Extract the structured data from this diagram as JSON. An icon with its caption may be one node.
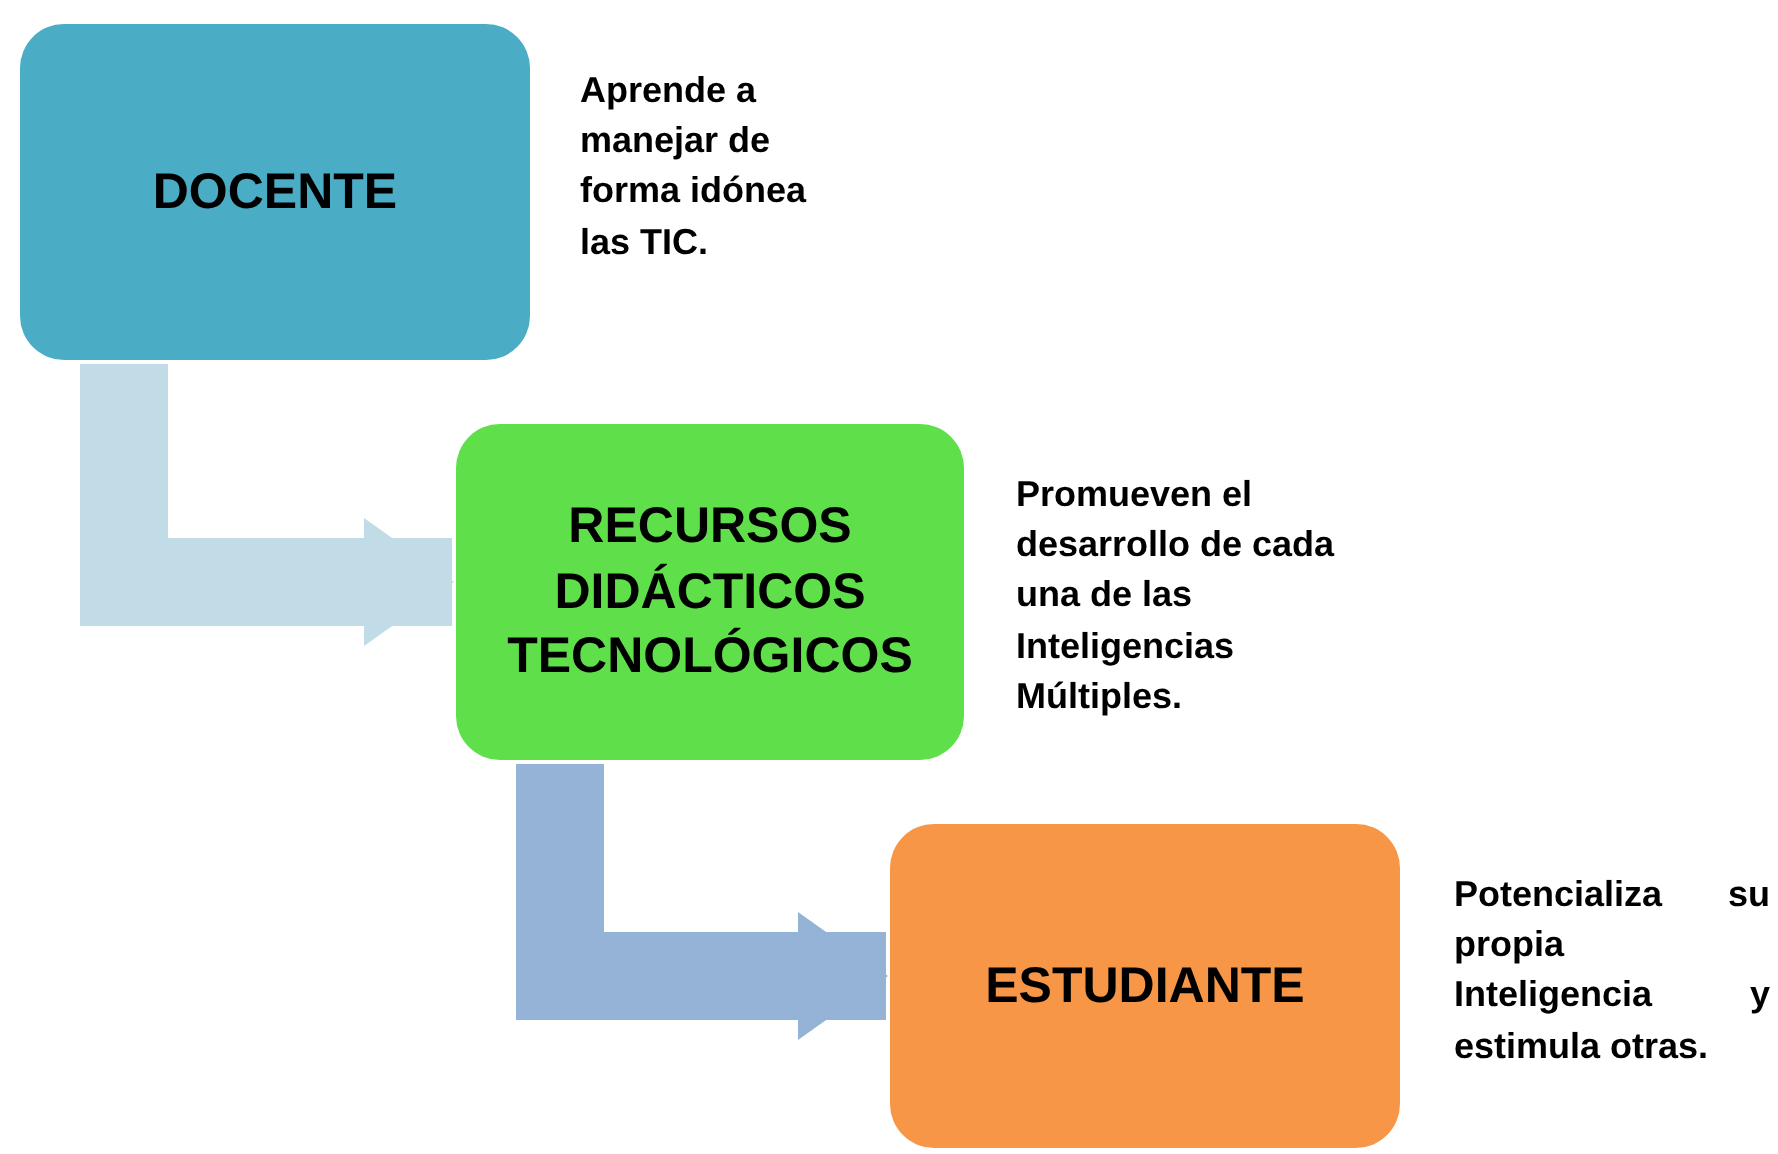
{
  "diagram": {
    "nodes": [
      {
        "text": [
          "DOCENTE"
        ],
        "beside": [
          "Aprende a manejar de forma idónea las TIC."
        ]
      },
      {
        "text": [
          "RECURSOS DIDÁCTICOS TECNOLÓGICOS"
        ],
        "beside": [
          "Promueven el desarrollo de cada una de las Inteligencias Múltiples."
        ]
      },
      {
        "text": [
          "ESTUDIANTE"
        ],
        "beside": [
          "Potencializa su propia Inteligencia y estimula otras."
        ]
      }
    ],
    "edges": [
      {
        "from": 0,
        "to": 1,
        "arrow": "to",
        "color": "#c2dce7"
      },
      {
        "from": 1,
        "to": 2,
        "arrow": "to",
        "color": "#95b3d7"
      }
    ]
  }
}
